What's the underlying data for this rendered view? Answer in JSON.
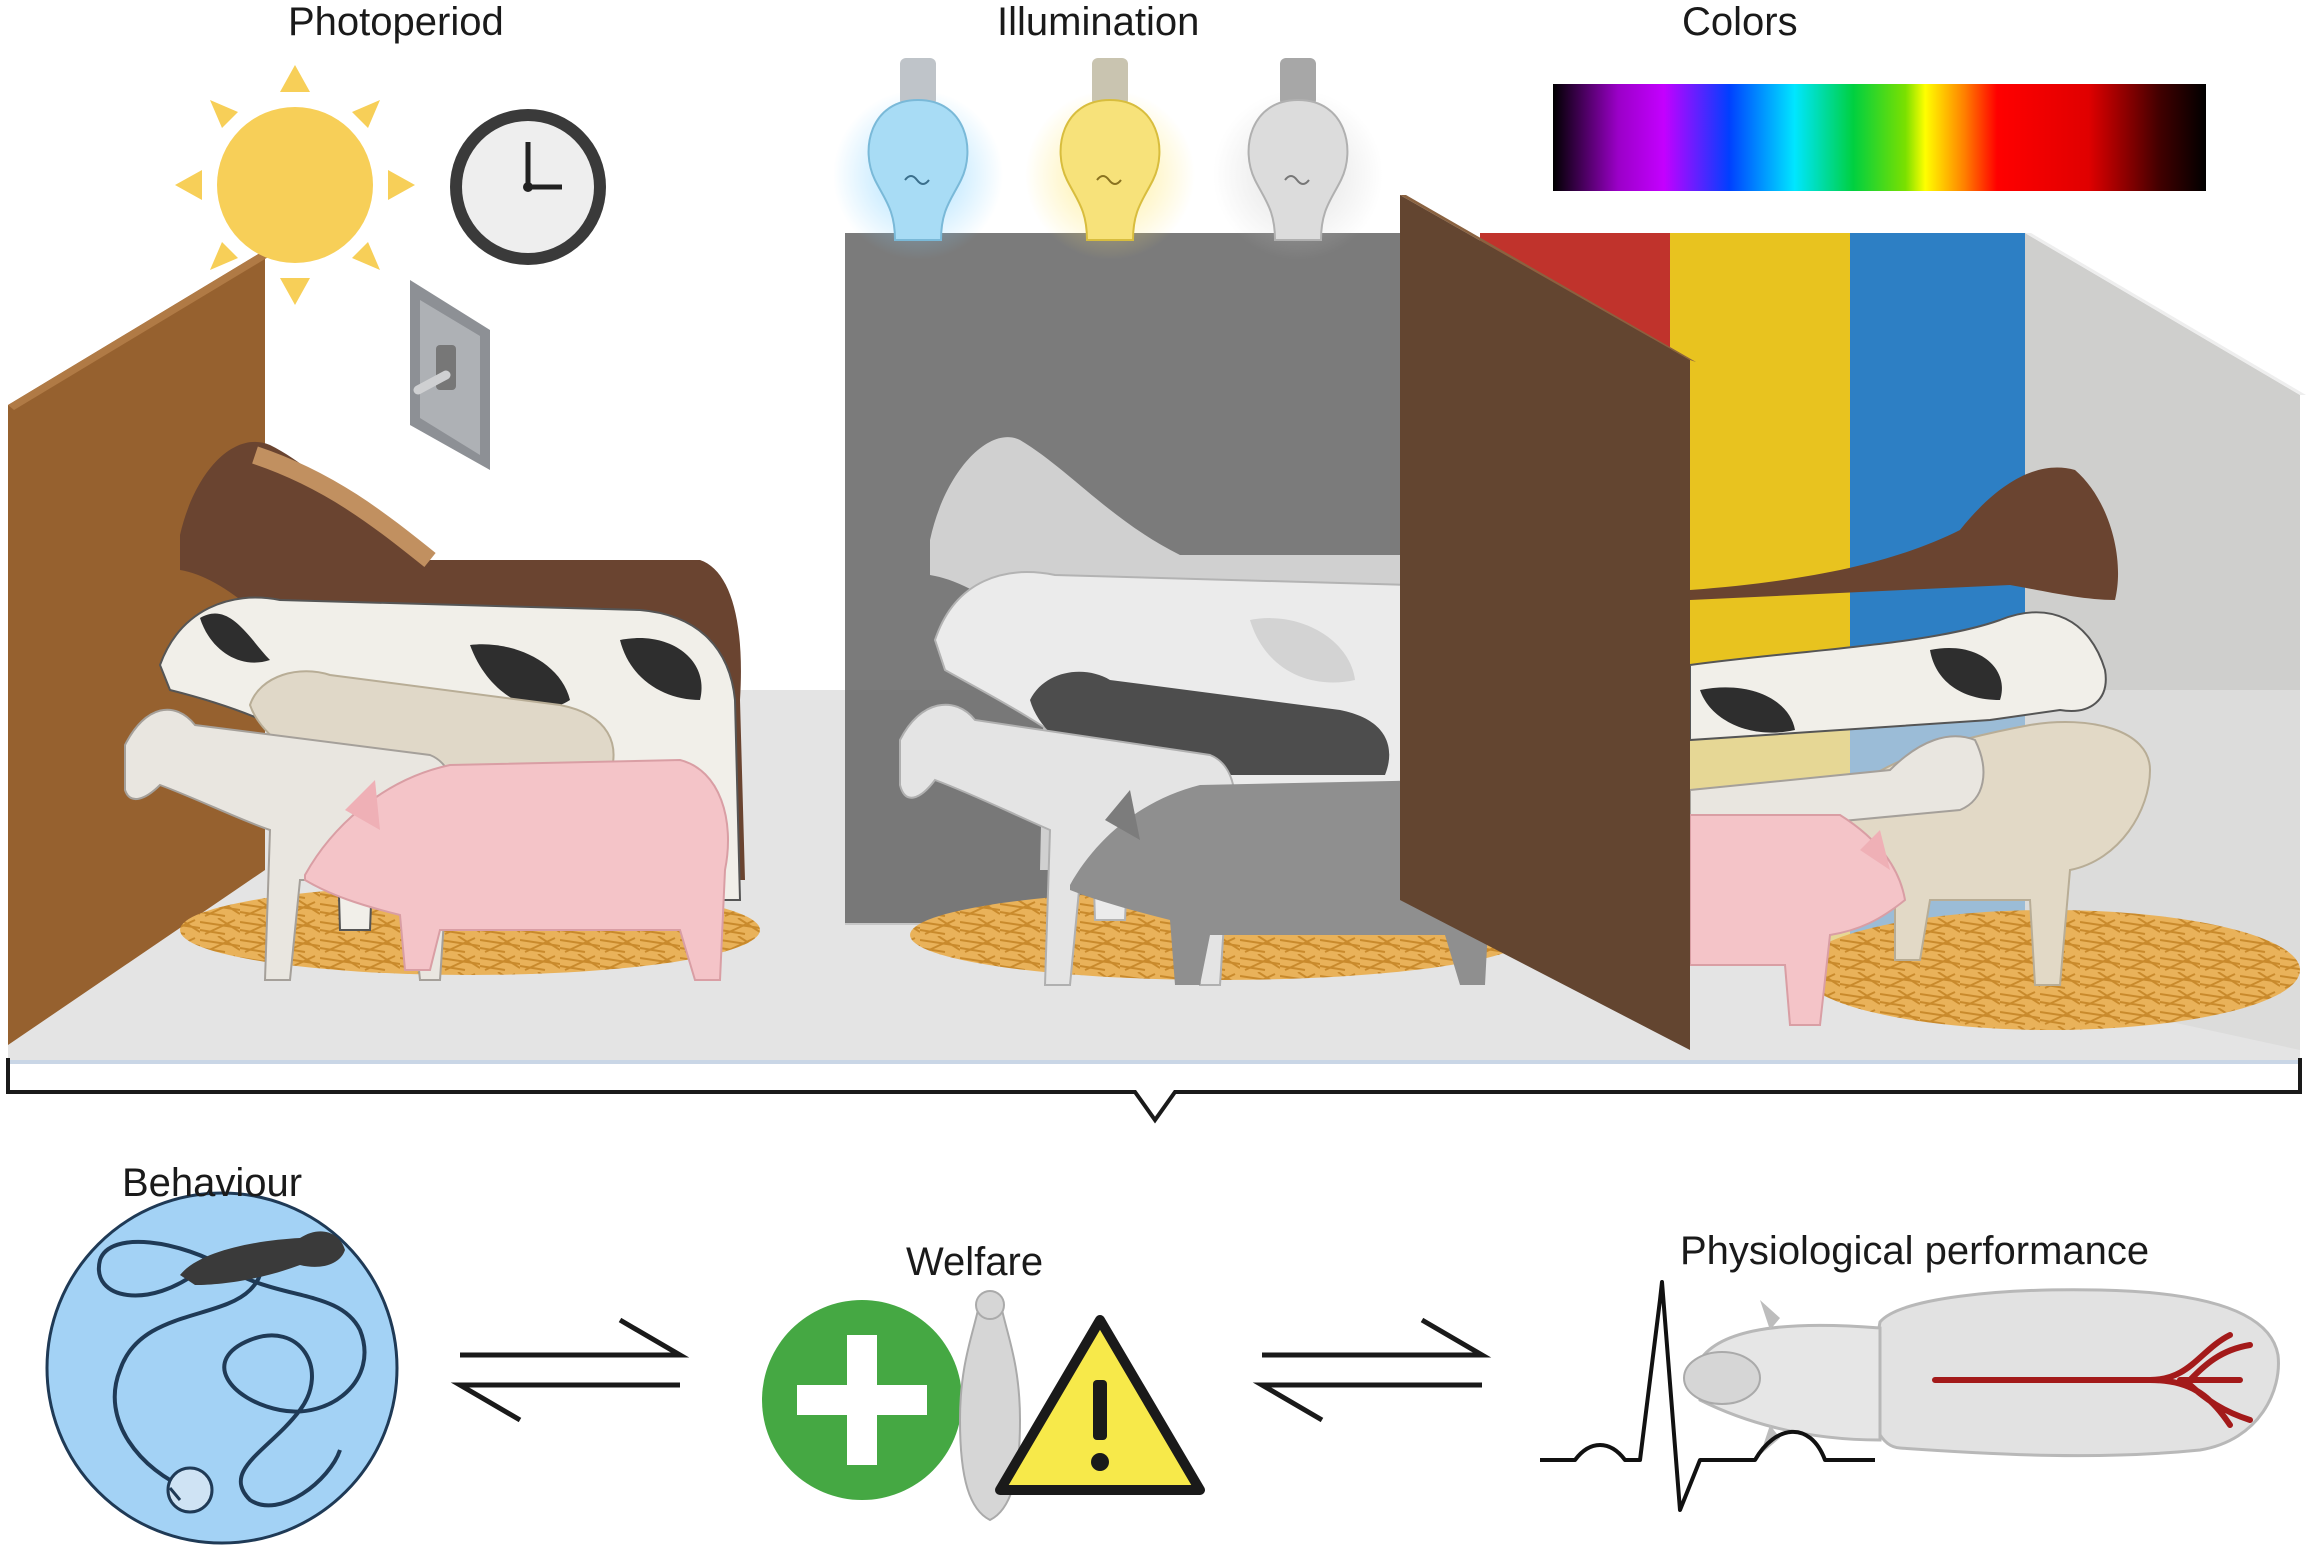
{
  "labels": {
    "photoperiod": "Photoperiod",
    "illumination": "Illumination",
    "colors": "Colors",
    "behaviour": "Behaviour",
    "welfare": "Welfare",
    "physiological_performance": "Physiological performance"
  },
  "palette": {
    "spectrum": [
      "#000000",
      "#9b00c8",
      "#c400ff",
      "#0040ff",
      "#00e6ff",
      "#00d040",
      "#7be000",
      "#ffff00",
      "#ff8000",
      "#ff0000",
      "#e00000",
      "#400000",
      "#000000"
    ],
    "colored_walls": [
      "#c0332c",
      "#e8c31f",
      "#2d7fc4"
    ],
    "bulbs": [
      "#a8dcf5",
      "#f7e27a",
      "#dcdcdc"
    ],
    "behaviour_arena": "#a3d2f5",
    "welfare_plus": "#45a843",
    "warning_fill": "#f7e94a",
    "ecg_line": "#111111",
    "artery": "#a31a1a"
  },
  "icons": [
    "sun-icon",
    "clock-icon",
    "light-switch-icon",
    "light-bulb-icon",
    "color-spectrum",
    "plus-icon",
    "warning-icon",
    "ecg-trace",
    "equilibrium-arrows-icon"
  ]
}
